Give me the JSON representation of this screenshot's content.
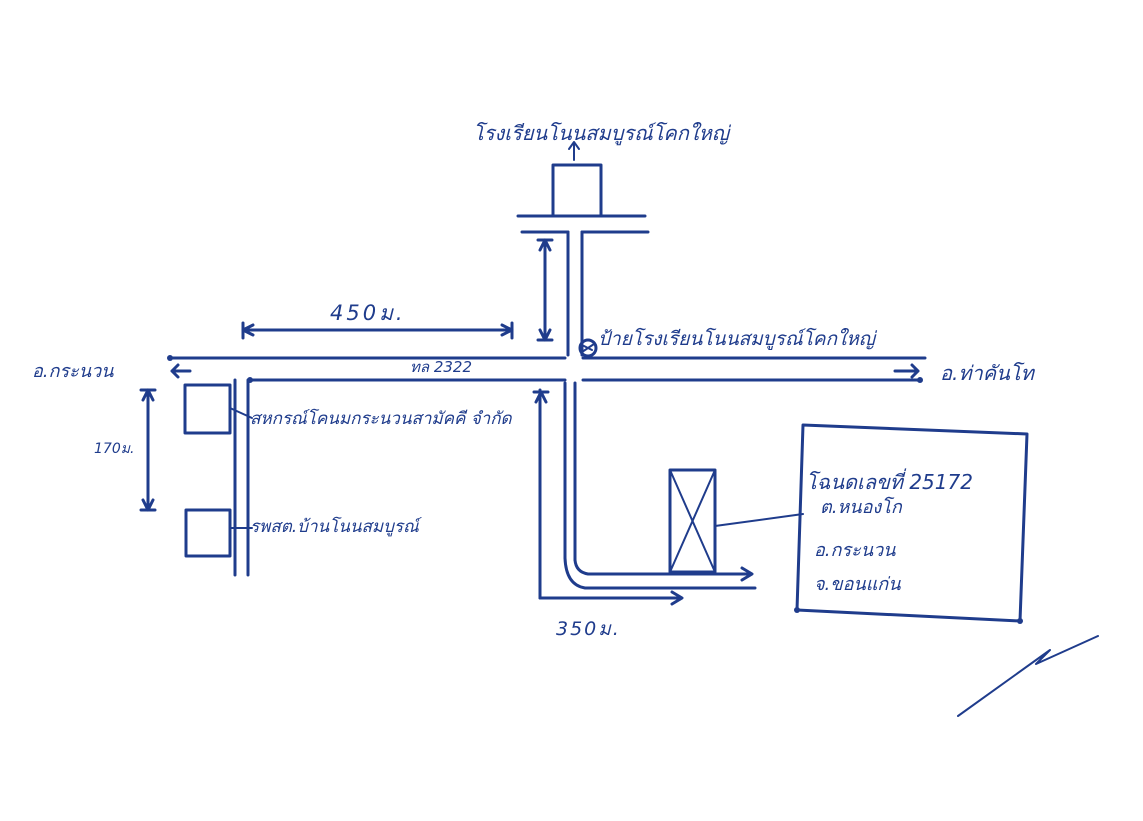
{
  "ink_color": "#1f3c8c",
  "labels": {
    "school_top": "โรงเรียนโนนสมบูรณ์โคกใหญ่",
    "distance_450": "450ม.",
    "distance_350": "350ม.",
    "distance_170": "170ม.",
    "school_sign": "ป้ายโรงเรียนโนนสมบูรณ์โคกใหญ่",
    "left_district": "อ.กระนวน",
    "highway": "ทล 2322",
    "right_district": "อ.ท่าคันโท",
    "coop": "สหกรณ์โคนมกระนวนสามัคคี จำกัด",
    "health_center": "รพสต.บ้านโนนสมบูรณ์"
  },
  "deed": {
    "line1": "โฉนดเลขที่ 25172",
    "line2": "ต.หนองโก",
    "line3": "อ.กระนวน",
    "line4": "จ.ขอนแก่น"
  }
}
